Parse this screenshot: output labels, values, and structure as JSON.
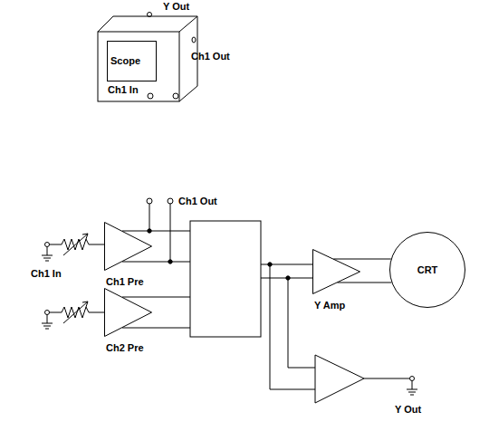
{
  "diagram": {
    "nodes": [
      {
        "text": [
          "Scope"
        ]
      },
      {
        "text": [
          "Ch1 Pre"
        ]
      },
      {
        "text": [
          "Ch2 Pre"
        ]
      },
      {
        "text": [
          "Y Amp"
        ]
      },
      {
        "text": [
          "CRT"
        ]
      }
    ],
    "edges": [
      {
        "from": 3,
        "to": 4,
        "arrow": "none"
      }
    ],
    "labels": [
      "Y Out",
      "Ch1 Out",
      "Ch1 In",
      "Ch1 Out",
      "Ch1 In",
      "Y Out"
    ]
  }
}
